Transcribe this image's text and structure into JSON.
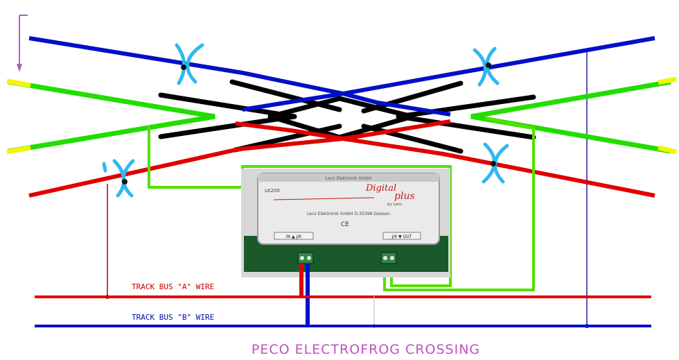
{
  "title": "PECO ELECTROFROG CROSSING",
  "bus_a_label": "TRACK BUS \"A\" WIRE",
  "bus_b_label": "TRACK BUS \"B\" WIRE",
  "module": {
    "model": "LK200",
    "header": "Lenz Elektronik GmbH",
    "brand_line1": "Digital",
    "brand_line2": "plus",
    "brand_line3": "by Lenz",
    "maker_line": "Lenz Elektronik GmbH  D-35398 Giessen",
    "ce_mark": "CE",
    "in_terminal": "IN  ▲ J/K",
    "out_terminal": "J/K ▼ OUT"
  },
  "colors": {
    "bus_a": "#e00000",
    "bus_b": "#0010c8",
    "rail_blue": "#0010c8",
    "rail_red": "#e00000",
    "rail_green": "#22dd00",
    "rail_end_yellow": "#f5f500",
    "rail_black": "#000000",
    "feeder_green": "#55e000",
    "cut_mark": "#30b8f0",
    "title": "#c050c0"
  }
}
